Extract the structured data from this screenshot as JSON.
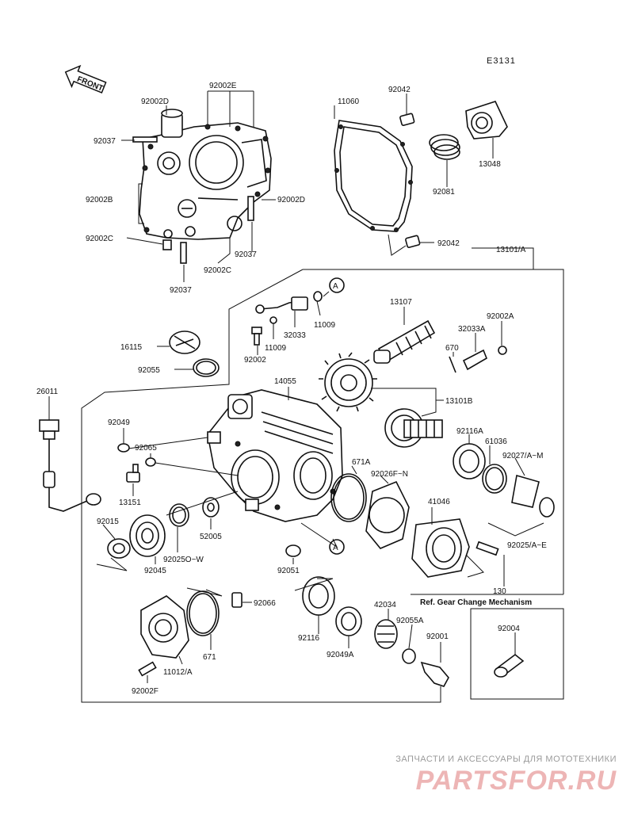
{
  "diagram": {
    "code": "E3131",
    "front_label": "FRONT",
    "ref_label": "Ref. Gear Change Mechanism",
    "circle_marker": "A",
    "labels": {
      "p92002E": "92002E",
      "p92002D_a": "92002D",
      "p92037_a": "92037",
      "p92002B": "92002B",
      "p92002D_b": "92002D",
      "p92002C_a": "92002C",
      "p92037_b": "92037",
      "p92002C_b": "92002C",
      "p92037_c": "92037",
      "p11060": "11060",
      "p92042_a": "92042",
      "p92081": "92081",
      "p13048": "13048",
      "p92042_b": "92042",
      "p13101A": "13101/A",
      "p11009_a": "11009",
      "p32033": "32033",
      "p11009_b": "11009",
      "p92002": "92002",
      "p13107": "13107",
      "p92002A": "92002A",
      "p32033A": "32033A",
      "p670": "670",
      "p16115": "16115",
      "p92055": "92055",
      "p14055": "14055",
      "p13101B": "13101B",
      "p26011": "26011",
      "p92049": "92049",
      "p92065": "92065",
      "p92116A": "92116A",
      "p61036": "61036",
      "p92027": "92027/A~M",
      "p671A": "671A",
      "p92026": "92026F~N",
      "p13151": "13151",
      "p41046": "41046",
      "p92015": "92015",
      "p52005": "52005",
      "p92025": "92025/A~E",
      "p92045": "92045",
      "p92025O": "92025O~W",
      "p92051": "92051",
      "p130": "130",
      "p92066": "92066",
      "p42034": "42034",
      "p92004": "92004",
      "p92055A": "92055A",
      "p92116": "92116",
      "p92001": "92001",
      "p671": "671",
      "p92049A": "92049A",
      "p11012": "11012/A",
      "p92002F": "92002F"
    }
  },
  "watermark": {
    "tagline": "ЗАПЧАСТИ И АКСЕССУАРЫ ДЛЯ МОТОТЕХНИКИ",
    "logo": "PARTSFOR.RU"
  }
}
